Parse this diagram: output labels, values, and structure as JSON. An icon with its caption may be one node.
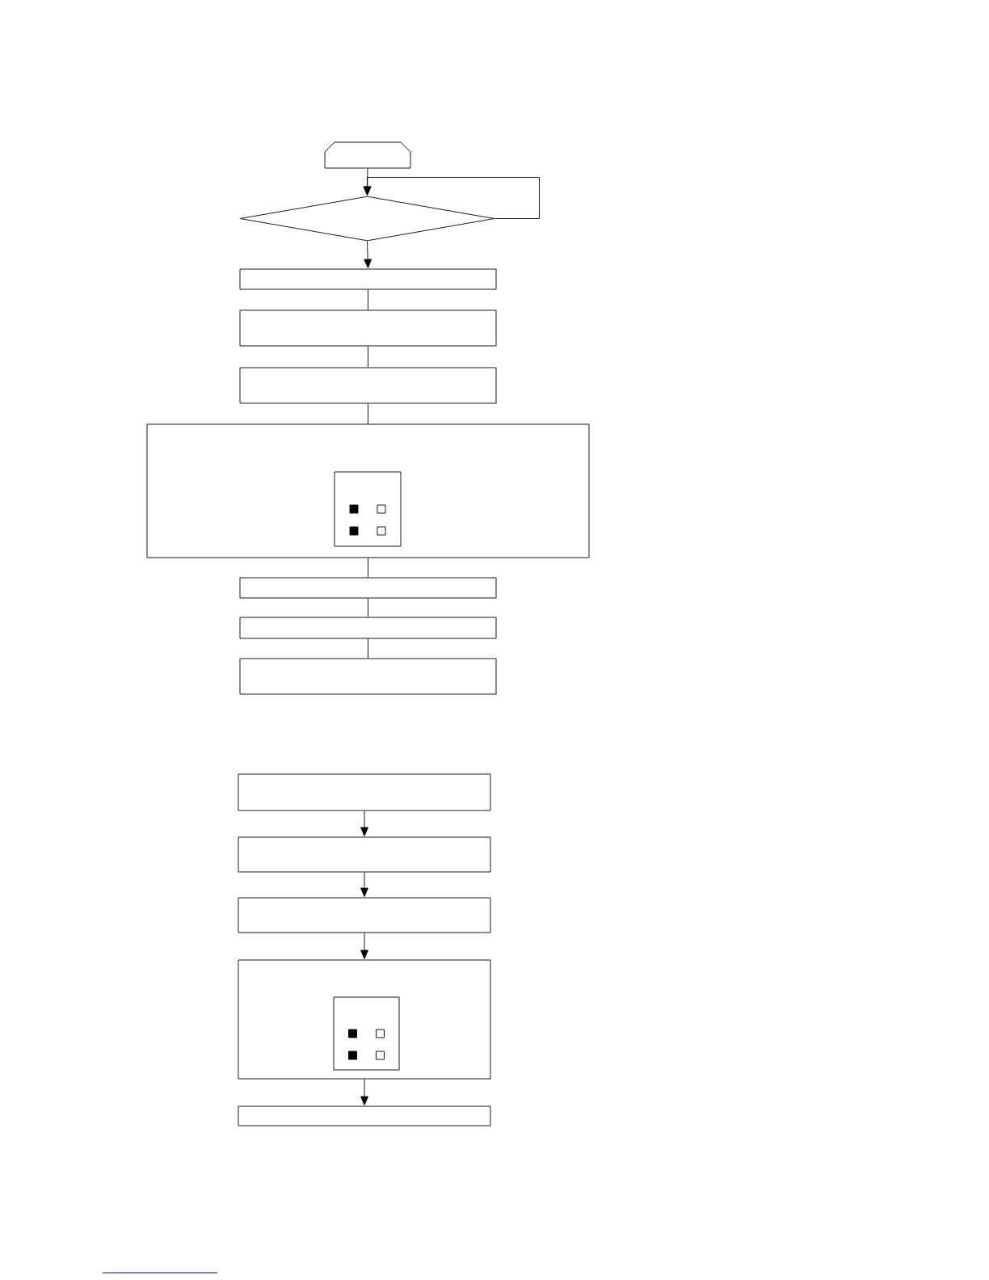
{
  "diagram": {
    "nodes": [
      {
        "text": [],
        "shape": "hexagon"
      },
      {
        "text": [],
        "shape": "diamond"
      },
      {
        "text": [],
        "shape": "box"
      },
      {
        "text": [],
        "shape": "box"
      },
      {
        "text": [],
        "shape": "box"
      },
      {
        "text": [],
        "shape": "box"
      },
      {
        "text": [],
        "shape": "box",
        "in": 5
      },
      {
        "text": [],
        "shape": "box"
      },
      {
        "text": [],
        "shape": "box"
      },
      {
        "text": [],
        "shape": "box"
      },
      {
        "text": [],
        "shape": "box"
      },
      {
        "text": [],
        "shape": "box"
      },
      {
        "text": [],
        "shape": "box"
      },
      {
        "text": [],
        "shape": "box"
      },
      {
        "text": [],
        "shape": "box",
        "in": 13
      },
      {
        "text": [],
        "shape": "box"
      }
    ],
    "edges": [
      {
        "from": 0,
        "to": 1,
        "arrow": "to"
      },
      {
        "from": 1,
        "to": 1,
        "arrow": "to"
      },
      {
        "from": 1,
        "to": 2,
        "arrow": "to"
      },
      {
        "from": 2,
        "to": 3,
        "arrow": "none"
      },
      {
        "from": 3,
        "to": 4,
        "arrow": "none"
      },
      {
        "from": 4,
        "to": 5,
        "arrow": "none"
      },
      {
        "from": 5,
        "to": 7,
        "arrow": "none"
      },
      {
        "from": 7,
        "to": 8,
        "arrow": "none"
      },
      {
        "from": 8,
        "to": 9,
        "arrow": "none"
      },
      {
        "from": 10,
        "to": 11,
        "arrow": "to"
      },
      {
        "from": 11,
        "to": 12,
        "arrow": "to"
      },
      {
        "from": 12,
        "to": 13,
        "arrow": "to"
      },
      {
        "from": 13,
        "to": 15,
        "arrow": "to"
      }
    ]
  }
}
